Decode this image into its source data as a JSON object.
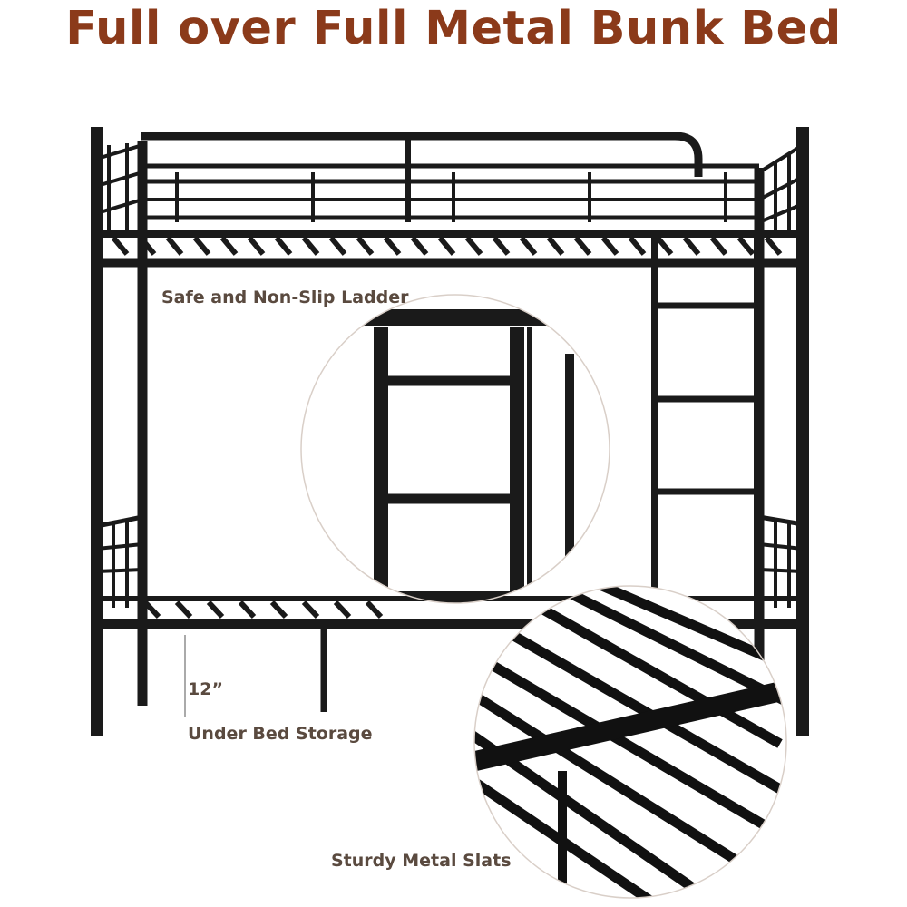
{
  "title": "Full over Full Metal Bunk Bed",
  "labels": {
    "ladder": "Safe and Non-Slip Ladder",
    "height": "12”",
    "storage": "Under Bed Storage",
    "slats": "Sturdy Metal Slats"
  },
  "colors": {
    "title": "#8b3a1a",
    "label": "#5a4a3f",
    "frame": "#1a1a1a"
  }
}
